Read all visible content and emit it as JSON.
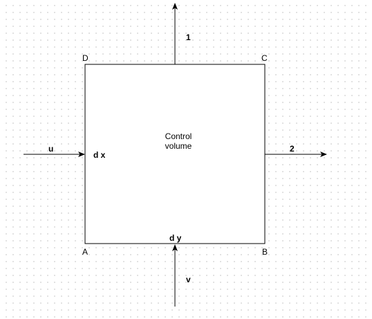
{
  "diagram": {
    "corners": {
      "a": "A",
      "b": "B",
      "c": "C",
      "d": "D"
    },
    "box_label": {
      "line1": "Control",
      "line2": "volume"
    },
    "flows": {
      "top_outflow": "1",
      "right_outflow": "2",
      "left_inflow": "u",
      "bottom_inflow": "v"
    },
    "dimensions": {
      "width": "d x",
      "height": "d y"
    },
    "stroke_color": "#000000"
  }
}
